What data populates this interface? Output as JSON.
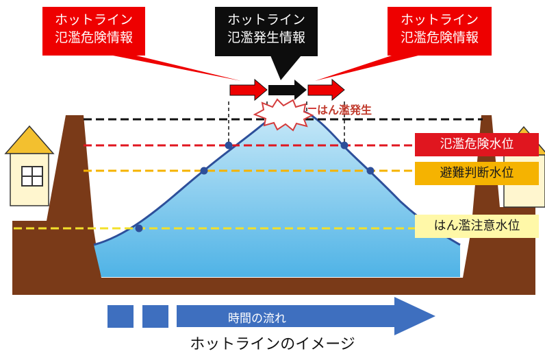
{
  "callouts": {
    "left": {
      "line1": "ホットライン",
      "line2": "氾濫危険情報",
      "bg": "#ee0000"
    },
    "center": {
      "line1": "ホットライン",
      "line2": "氾濫発生情報",
      "bg": "#0d0d0d"
    },
    "right": {
      "line1": "ホットライン",
      "line2": "氾濫危険情報",
      "bg": "#ee0000"
    }
  },
  "flood_event_label": "はん濫発生",
  "water_levels": [
    {
      "label": "氾濫危険水位",
      "line_color": "#e0161f",
      "box_color": "#e0161f",
      "text_color": "#ffffff"
    },
    {
      "label": "避難判断水位",
      "line_color": "#f5b301",
      "box_color": "#f5b301",
      "text_color": "#1a1a1a"
    },
    {
      "label": "はん濫注意水位",
      "line_color": "#f3e02a",
      "box_color": "#fff8a8",
      "text_color": "#1a1a1a"
    }
  ],
  "time_flow_label": "時間の流れ",
  "caption": "ホットラインのイメージ",
  "colors": {
    "earth": "#7a3a18",
    "water_top": "#bfe3f5",
    "water_bottom": "#58b7e6",
    "water_edge": "#2d4f9a",
    "arrow_blue": "#3e6fbf",
    "house_roof": "#f3c02f",
    "house_wall": "#fff6cf"
  }
}
